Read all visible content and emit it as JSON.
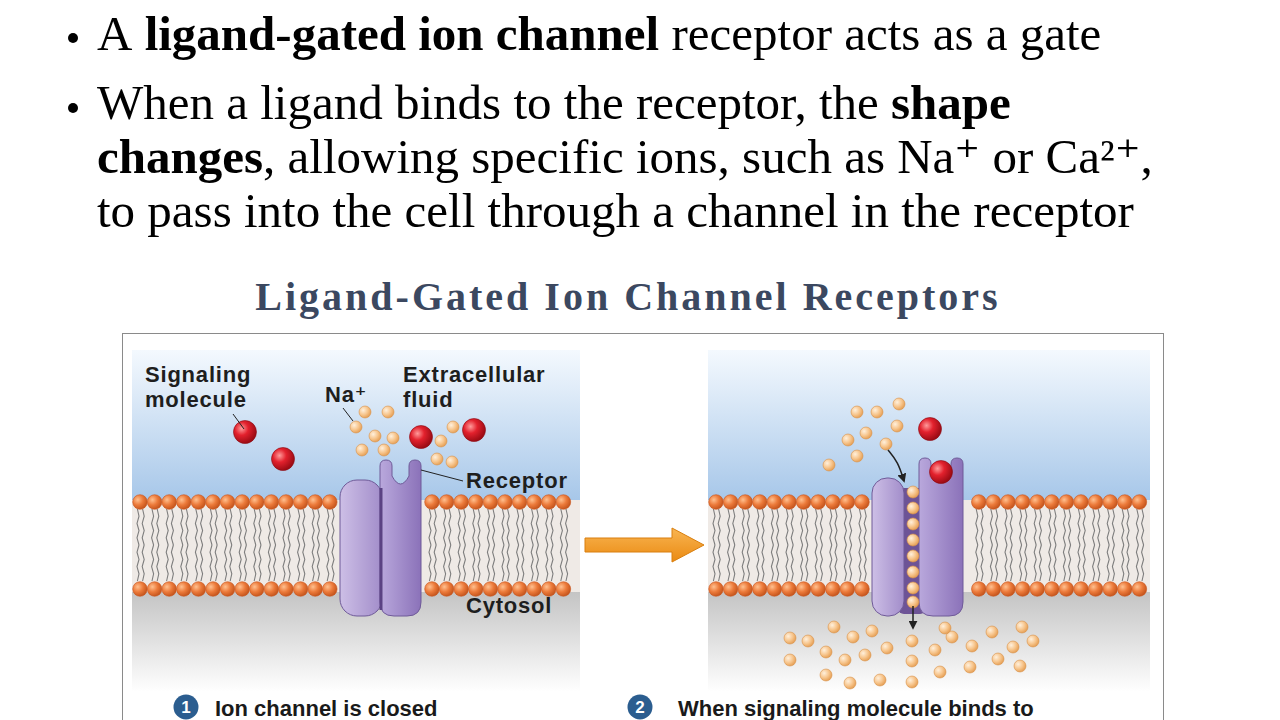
{
  "diagram": {
    "title": "Ligand-Gated Ion Channel Receptors",
    "nodes": [
      {
        "text": [
          "1"
        ]
      },
      {
        "text": [
          "2"
        ]
      }
    ],
    "labels": [
      "A",
      "ligand-gated ion channel",
      "receptor acts as a gate",
      "When a ligand binds to the receptor, the",
      "shape changes",
      ", allowing specific ions, such as Na⁺ or Ca²⁺, to pass into the cell through a channel in the receptor",
      "Signaling molecule",
      "Na⁺",
      "Extracellular fluid",
      "Receptor",
      "Cytosol",
      "Ion channel is closed",
      "When signaling molecule binds to"
    ]
  }
}
